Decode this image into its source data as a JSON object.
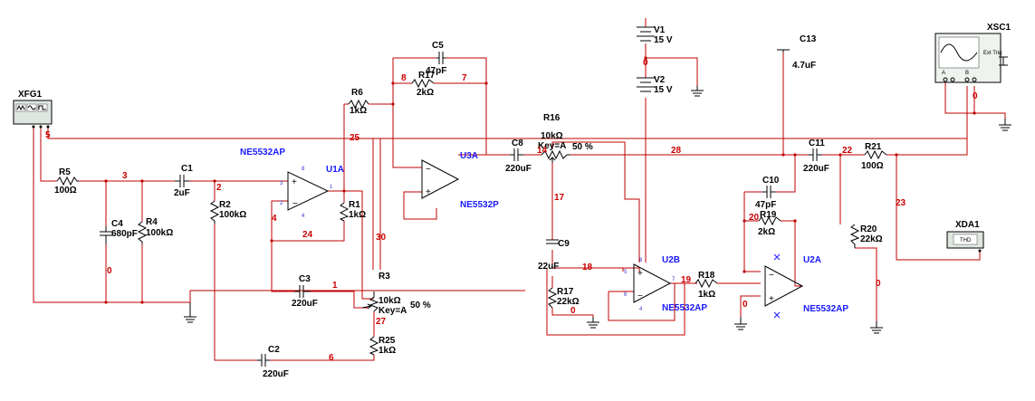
{
  "instruments": {
    "xfg1": {
      "ref": "XFG1"
    },
    "xsc1": {
      "ref": "XSC1",
      "ext_trig": "Ext Trig",
      "ch_a": "A",
      "ch_b": "B"
    },
    "xda1": {
      "ref": "XDA1",
      "display": "THD"
    }
  },
  "opamps": {
    "u1a": {
      "ref": "U1A",
      "part": "NE5532AP",
      "pins": {
        "p8": "8",
        "p3": "3",
        "p2": "2",
        "p1": "1",
        "p4": "4"
      }
    },
    "u3a": {
      "ref": "U3A",
      "part": "NE5532P"
    },
    "u2b": {
      "ref": "U2B",
      "part": "NE5532AP",
      "pins": {
        "p8": "8",
        "p5": "5",
        "p6": "6",
        "p7": "7",
        "p4": "4"
      }
    },
    "u2a": {
      "ref": "U2A",
      "part": "NE5532AP"
    }
  },
  "supplies": {
    "v1": {
      "ref": "V1",
      "value": "15 V"
    },
    "v2": {
      "ref": "V2",
      "value": "15 V"
    }
  },
  "resistors": {
    "r1": {
      "ref": "R1",
      "value": "1kΩ"
    },
    "r2": {
      "ref": "R2",
      "value": "100kΩ"
    },
    "r4": {
      "ref": "R4",
      "value": "100kΩ"
    },
    "r5": {
      "ref": "R5",
      "value": "100Ω"
    },
    "r6": {
      "ref": "R6",
      "value": "1kΩ"
    },
    "r17": {
      "ref": "R17",
      "value": "22kΩ"
    },
    "r18": {
      "ref": "R18",
      "value": "1kΩ"
    },
    "r19": {
      "ref": "R19",
      "value": "2kΩ"
    },
    "r20": {
      "ref": "R20",
      "value": "22kΩ"
    },
    "r21": {
      "ref": "R21",
      "value": "100Ω"
    },
    "r25": {
      "ref": "R25",
      "value": "1kΩ"
    },
    "r27": {
      "ref": "R17",
      "value": "2kΩ"
    }
  },
  "potentiometers": {
    "r3": {
      "ref": "R3",
      "value": "10kΩ",
      "key": "Key=A",
      "percent": "50 %"
    },
    "r16": {
      "ref": "R16",
      "value": "10kΩ",
      "key": "Key=A",
      "percent": "50 %"
    }
  },
  "capacitors": {
    "c1": {
      "ref": "C1",
      "value": "2uF"
    },
    "c2": {
      "ref": "C2",
      "value": "220uF"
    },
    "c3": {
      "ref": "C3",
      "value": "220uF"
    },
    "c4": {
      "ref": "C4",
      "value": "680pF"
    },
    "c5": {
      "ref": "C5",
      "value": "47pF"
    },
    "c8": {
      "ref": "C8",
      "value": "220uF"
    },
    "c9": {
      "ref": "C9",
      "value": "22uF"
    },
    "c10": {
      "ref": "C10",
      "value": "47pF"
    },
    "c11": {
      "ref": "C11",
      "value": "220uF"
    },
    "c13": {
      "ref": "C13",
      "value": "4.7uF"
    }
  },
  "nets": {
    "n0a": "0",
    "n0b": "0",
    "n0c": "0",
    "n0d": "0",
    "n0e": "0",
    "n0f": "0",
    "n1": "1",
    "n2": "2",
    "n3": "3",
    "n4": "4",
    "n5": "5",
    "n6": "6",
    "n7": "7",
    "n8": "8",
    "n14": "14",
    "n17": "17",
    "n18": "18",
    "n19": "19",
    "n20": "20",
    "n22": "22",
    "n23": "23",
    "n24": "24",
    "n25": "25",
    "n27": "27",
    "n28": "28",
    "n30": "30"
  }
}
